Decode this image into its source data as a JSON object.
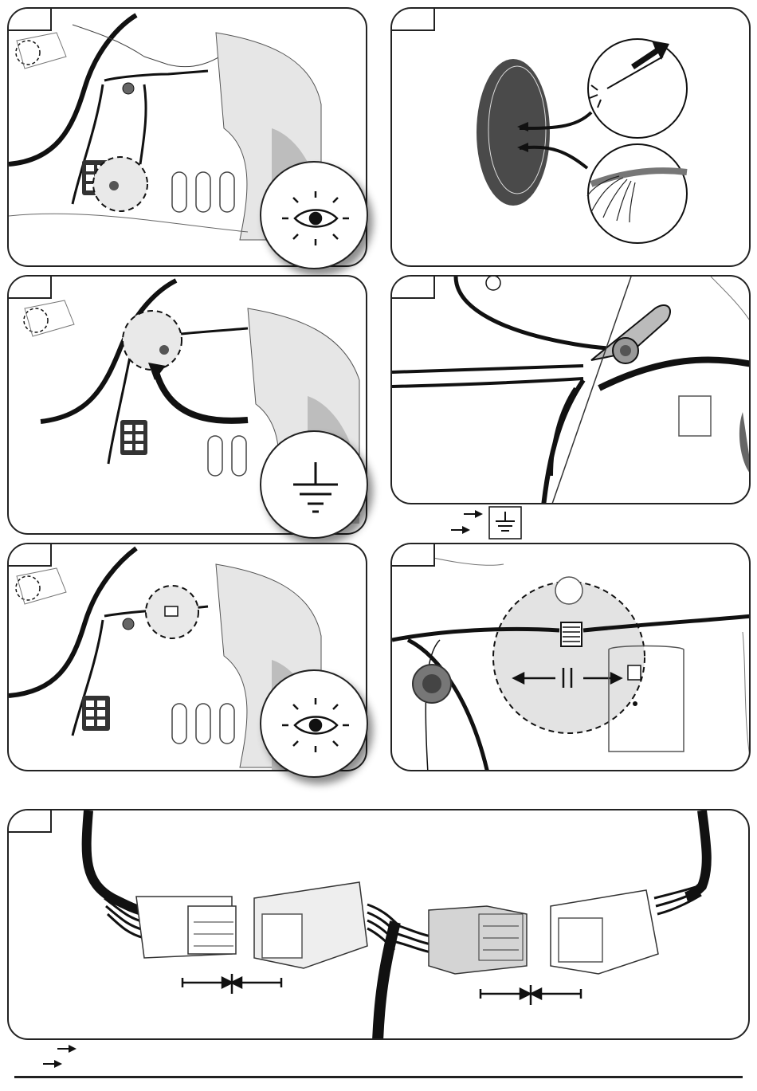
{
  "page": {
    "steps": [
      {
        "id": "step-1",
        "number": "",
        "icon": "eye-icon"
      },
      {
        "id": "step-2",
        "number": "",
        "icon": "drill-hole-icon"
      },
      {
        "id": "step-3",
        "number": "",
        "icon": "ground-icon"
      },
      {
        "id": "step-4",
        "number": "",
        "icon": "ground-terminal-icon"
      },
      {
        "id": "step-5",
        "number": "",
        "icon": "eye-icon"
      },
      {
        "id": "step-6",
        "number": "",
        "icon": "connector-split-icon"
      },
      {
        "id": "step-7",
        "number": "",
        "icon": "connector-join-icon"
      }
    ],
    "legends": [
      {
        "id": "ground-legend",
        "icons": [
          "arrow-right-icon",
          "arrow-right-icon",
          "ground-box-icon"
        ]
      },
      {
        "id": "connector-legend",
        "icons": [
          "arrow-right-icon",
          "arrow-right-icon"
        ]
      }
    ],
    "colors": {
      "line": "#1a1a1a",
      "shade": "#d8d8d8",
      "dark": "#555555"
    }
  }
}
